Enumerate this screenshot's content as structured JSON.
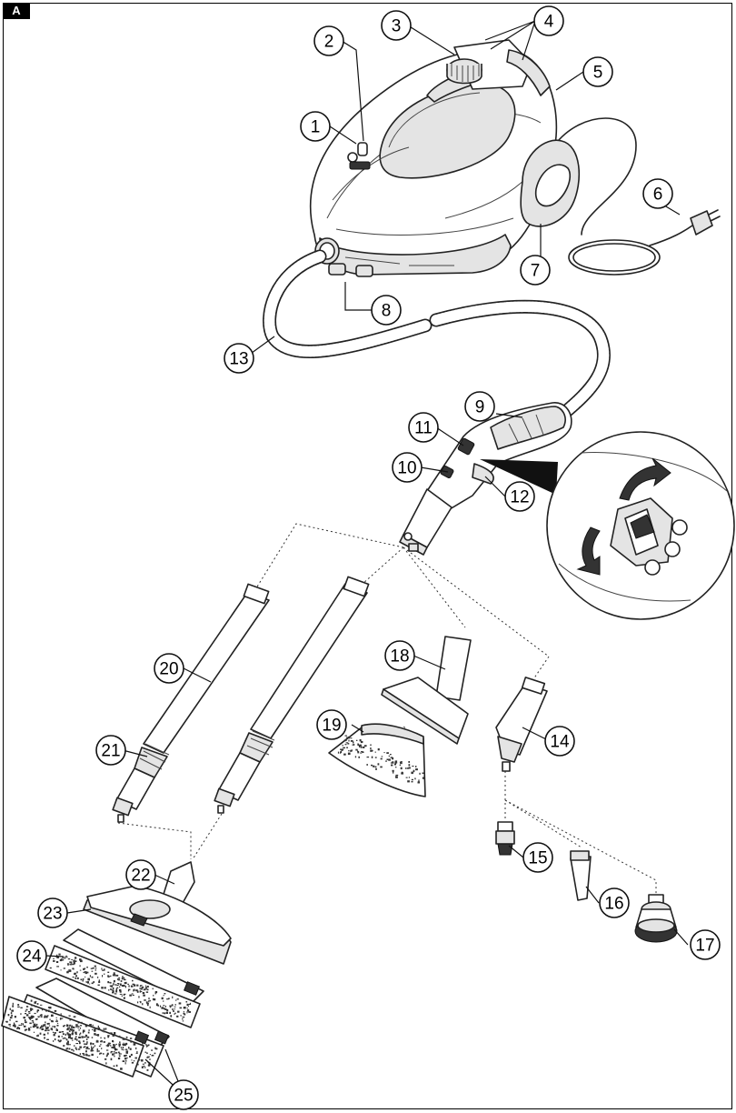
{
  "figure_tag": "A",
  "callouts": [
    {
      "id": "1",
      "label": "1"
    },
    {
      "id": "2",
      "label": "2"
    },
    {
      "id": "3",
      "label": "3"
    },
    {
      "id": "4",
      "label": "4"
    },
    {
      "id": "5",
      "label": "5"
    },
    {
      "id": "6",
      "label": "6"
    },
    {
      "id": "7",
      "label": "7"
    },
    {
      "id": "8",
      "label": "8"
    },
    {
      "id": "9",
      "label": "9"
    },
    {
      "id": "10",
      "label": "10"
    },
    {
      "id": "11",
      "label": "11"
    },
    {
      "id": "12",
      "label": "12"
    },
    {
      "id": "13",
      "label": "13"
    },
    {
      "id": "14",
      "label": "14"
    },
    {
      "id": "15",
      "label": "15"
    },
    {
      "id": "16",
      "label": "16"
    },
    {
      "id": "17",
      "label": "17"
    },
    {
      "id": "18",
      "label": "18"
    },
    {
      "id": "19",
      "label": "19"
    },
    {
      "id": "20",
      "label": "20"
    },
    {
      "id": "21",
      "label": "21"
    },
    {
      "id": "22",
      "label": "22"
    },
    {
      "id": "23",
      "label": "23"
    },
    {
      "id": "24",
      "label": "24"
    },
    {
      "id": "25",
      "label": "25"
    }
  ]
}
